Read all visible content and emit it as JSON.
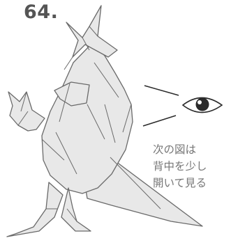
{
  "step": {
    "number": "64."
  },
  "caption": {
    "lines": [
      "次の図は",
      "背中を少し",
      "開いて見る"
    ]
  },
  "illustration": {
    "subject": "origami kangaroo",
    "fill_color": "#e8e8e8",
    "line_color": "#6a6a6a",
    "eye_icon": "eye-icon"
  }
}
